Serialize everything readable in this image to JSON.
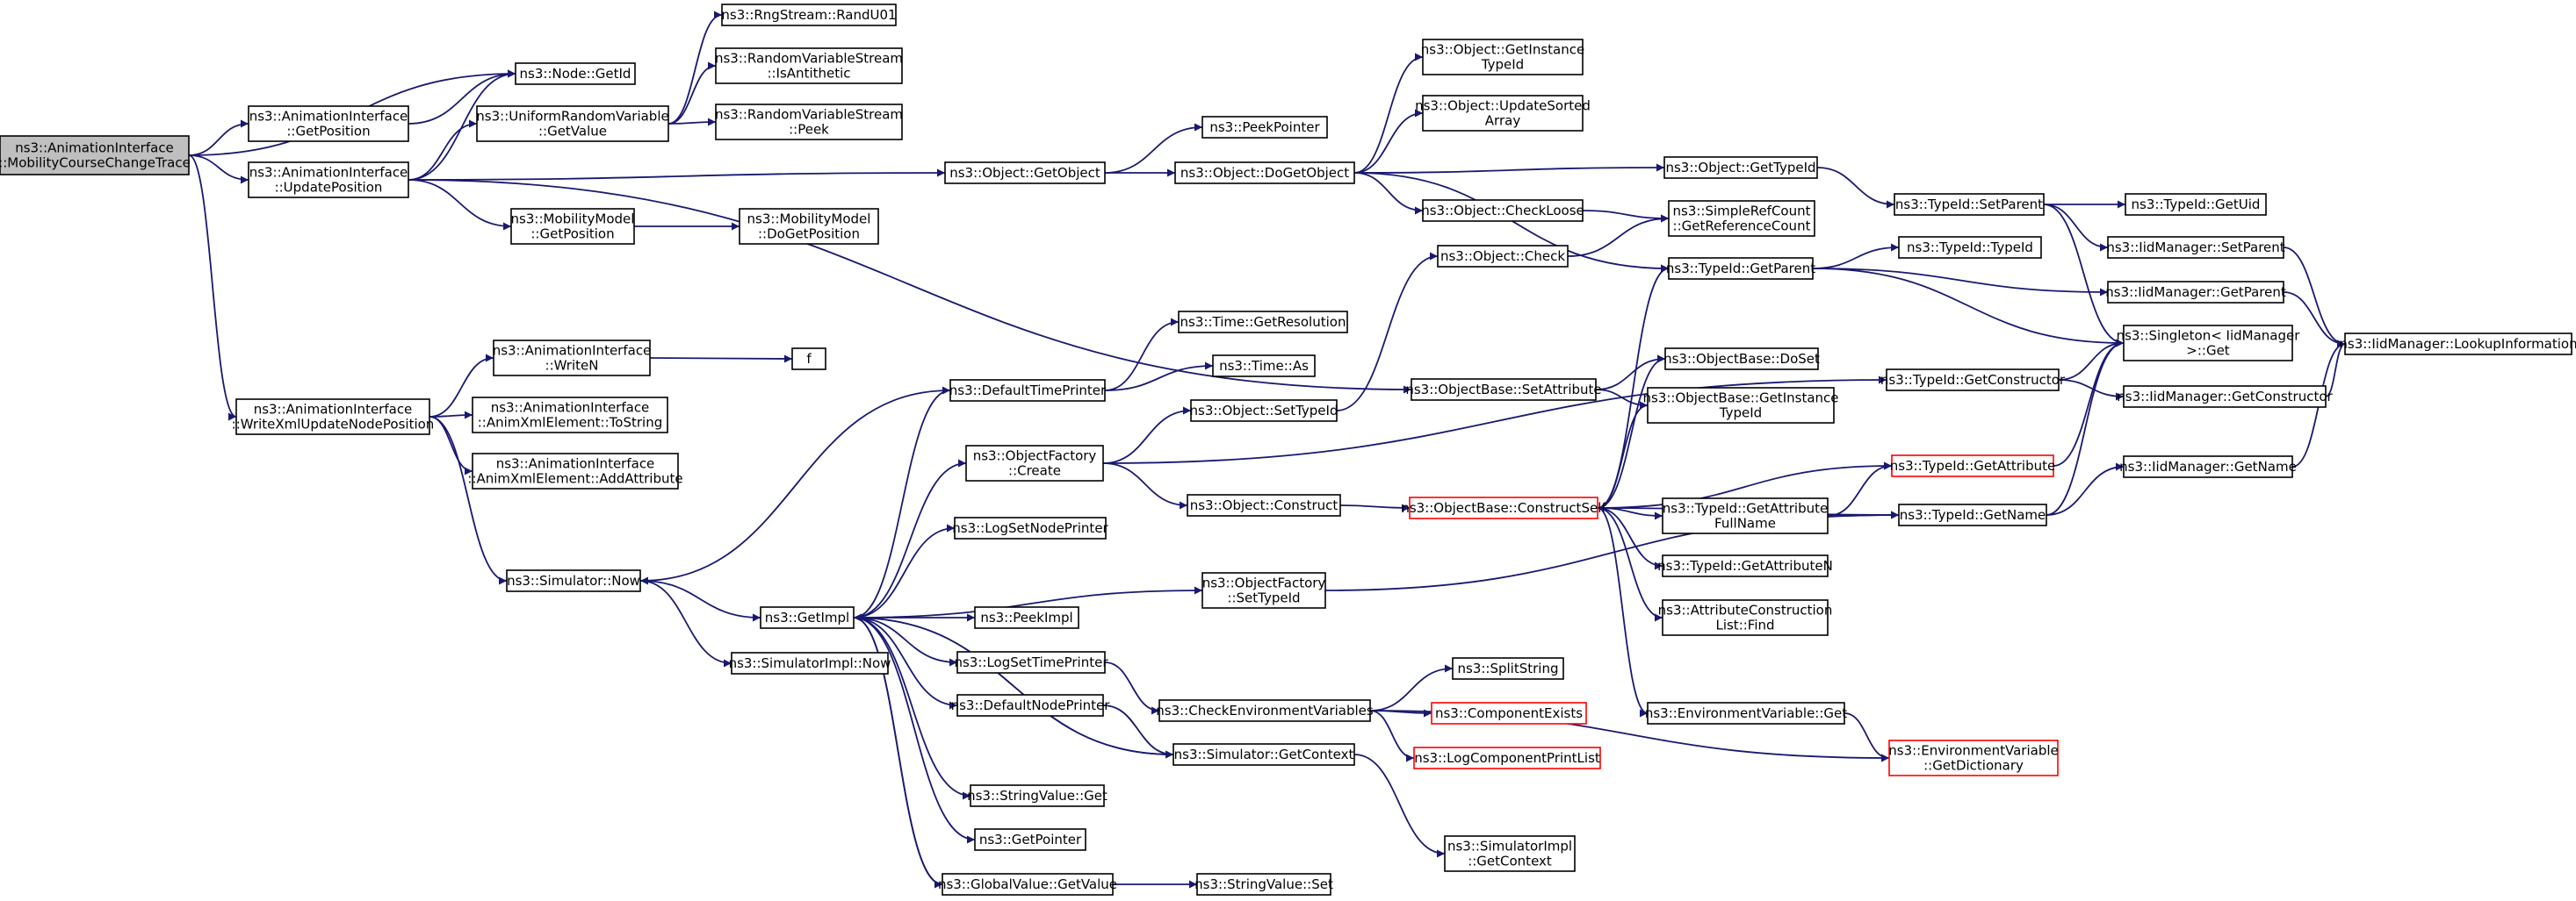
{
  "diagram": {
    "title": "",
    "root": "root",
    "colors": {
      "edge": "#191970",
      "node_border": "#000000",
      "root_fill": "#bfbfbf",
      "truncated_border": "#ff0000",
      "node_fill": "#ffffff"
    },
    "nodes": [
      {
        "id": "root",
        "lines": [
          "ns3::AnimationInterface",
          "::MobilityCourseChangeTrace"
        ],
        "root": true
      },
      {
        "id": "ai_getposition",
        "lines": [
          "ns3::AnimationInterface",
          "::GetPosition"
        ]
      },
      {
        "id": "node_getid",
        "lines": [
          "ns3::Node::GetId"
        ]
      },
      {
        "id": "ai_updateposition",
        "lines": [
          "ns3::AnimationInterface",
          "::UpdatePosition"
        ]
      },
      {
        "id": "urv_getvalue",
        "lines": [
          "ns3::UniformRandomVariable",
          "::GetValue"
        ]
      },
      {
        "id": "rng_randu01",
        "lines": [
          "ns3::RngStream::RandU01"
        ]
      },
      {
        "id": "rvs_isantithetic",
        "lines": [
          "ns3::RandomVariableStream",
          "::IsAntithetic"
        ]
      },
      {
        "id": "rvs_peek",
        "lines": [
          "ns3::RandomVariableStream",
          "::Peek"
        ]
      },
      {
        "id": "mm_getposition",
        "lines": [
          "ns3::MobilityModel",
          "::GetPosition"
        ]
      },
      {
        "id": "mm_dogetposition",
        "lines": [
          "ns3::MobilityModel",
          "::DoGetPosition"
        ]
      },
      {
        "id": "obj_getobject",
        "lines": [
          "ns3::Object::GetObject"
        ]
      },
      {
        "id": "peekpointer",
        "lines": [
          "ns3::PeekPointer"
        ]
      },
      {
        "id": "obj_dogetobject",
        "lines": [
          "ns3::Object::DoGetObject"
        ]
      },
      {
        "id": "obj_getinstancetypeid",
        "lines": [
          "ns3::Object::GetInstance",
          "TypeId"
        ]
      },
      {
        "id": "obj_updatesortedarray",
        "lines": [
          "ns3::Object::UpdateSorted",
          "Array"
        ]
      },
      {
        "id": "obj_gettypeid",
        "lines": [
          "ns3::Object::GetTypeId"
        ]
      },
      {
        "id": "obj_checkloose",
        "lines": [
          "ns3::Object::CheckLoose"
        ]
      },
      {
        "id": "obj_check",
        "lines": [
          "ns3::Object::Check"
        ]
      },
      {
        "id": "simplerefcount",
        "lines": [
          "ns3::SimpleRefCount",
          "::GetReferenceCount"
        ]
      },
      {
        "id": "typeid_setparent",
        "lines": [
          "ns3::TypeId::SetParent"
        ]
      },
      {
        "id": "typeid_getuid",
        "lines": [
          "ns3::TypeId::GetUid"
        ]
      },
      {
        "id": "iid_setparent",
        "lines": [
          "ns3::IidManager::SetParent"
        ]
      },
      {
        "id": "typeid_getparent",
        "lines": [
          "ns3::TypeId::GetParent"
        ]
      },
      {
        "id": "typeid_typeid",
        "lines": [
          "ns3::TypeId::TypeId"
        ]
      },
      {
        "id": "iid_getparent",
        "lines": [
          "ns3::IidManager::GetParent"
        ]
      },
      {
        "id": "singleton_get",
        "lines": [
          "ns3::Singleton< IidManager",
          ">::Get"
        ]
      },
      {
        "id": "iid_lookup",
        "lines": [
          "ns3::IidManager::LookupInformation"
        ]
      },
      {
        "id": "ai_writen",
        "lines": [
          "ns3::AnimationInterface",
          "::WriteN"
        ]
      },
      {
        "id": "f",
        "lines": [
          "f"
        ]
      },
      {
        "id": "ai_writexml",
        "lines": [
          "ns3::AnimationInterface",
          "::WriteXmlUpdateNodePosition"
        ]
      },
      {
        "id": "ai_tostring",
        "lines": [
          "ns3::AnimationInterface",
          "::AnimXmlElement::ToString"
        ]
      },
      {
        "id": "ai_addattribute",
        "lines": [
          "ns3::AnimationInterface",
          "::AnimXmlElement::AddAttribute"
        ]
      },
      {
        "id": "time_getresolution",
        "lines": [
          "ns3::Time::GetResolution"
        ]
      },
      {
        "id": "time_as",
        "lines": [
          "ns3::Time::As"
        ]
      },
      {
        "id": "defaulttimeprinter",
        "lines": [
          "ns3::DefaultTimePrinter"
        ]
      },
      {
        "id": "obj_settypeid",
        "lines": [
          "ns3::Object::SetTypeId"
        ]
      },
      {
        "id": "objectfactory_create",
        "lines": [
          "ns3::ObjectFactory",
          "::Create"
        ]
      },
      {
        "id": "objbase_setattribute",
        "lines": [
          "ns3::ObjectBase::SetAttribute"
        ]
      },
      {
        "id": "objbase_doset",
        "lines": [
          "ns3::ObjectBase::DoSet"
        ]
      },
      {
        "id": "objbase_getinstancetypeid",
        "lines": [
          "ns3::ObjectBase::GetInstance",
          "TypeId"
        ]
      },
      {
        "id": "typeid_getconstructor",
        "lines": [
          "ns3::TypeId::GetConstructor"
        ]
      },
      {
        "id": "iid_getconstructor",
        "lines": [
          "ns3::IidManager::GetConstructor"
        ]
      },
      {
        "id": "logsetnodeprinter",
        "lines": [
          "ns3::LogSetNodePrinter"
        ]
      },
      {
        "id": "obj_construct",
        "lines": [
          "ns3::Object::Construct"
        ]
      },
      {
        "id": "objbase_constructself",
        "lines": [
          "ns3::ObjectBase::ConstructSelf"
        ],
        "truncated": true
      },
      {
        "id": "typeid_getattribute",
        "lines": [
          "ns3::TypeId::GetAttribute"
        ],
        "truncated": true
      },
      {
        "id": "typeid_getattributefullname",
        "lines": [
          "ns3::TypeId::GetAttribute",
          "FullName"
        ]
      },
      {
        "id": "typeid_getname",
        "lines": [
          "ns3::TypeId::GetName"
        ]
      },
      {
        "id": "iid_getname",
        "lines": [
          "ns3::IidManager::GetName"
        ]
      },
      {
        "id": "typeid_getattributen",
        "lines": [
          "ns3::TypeId::GetAttributeN"
        ]
      },
      {
        "id": "attrconstructionlist_find",
        "lines": [
          "ns3::AttributeConstruction",
          "List::Find"
        ]
      },
      {
        "id": "simulator_now",
        "lines": [
          "ns3::Simulator::Now"
        ]
      },
      {
        "id": "getimpl",
        "lines": [
          "ns3::GetImpl"
        ]
      },
      {
        "id": "objectfactory_settypeid",
        "lines": [
          "ns3::ObjectFactory",
          "::SetTypeId"
        ]
      },
      {
        "id": "peekimpl",
        "lines": [
          "ns3::PeekImpl"
        ]
      },
      {
        "id": "simulatorimpl_now",
        "lines": [
          "ns3::SimulatorImpl::Now"
        ]
      },
      {
        "id": "logsettimeprinter",
        "lines": [
          "ns3::LogSetTimePrinter"
        ]
      },
      {
        "id": "checkenvvars",
        "lines": [
          "ns3::CheckEnvironmentVariables"
        ]
      },
      {
        "id": "splitstring",
        "lines": [
          "ns3::SplitString"
        ]
      },
      {
        "id": "componentexists",
        "lines": [
          "ns3::ComponentExists"
        ],
        "truncated": true
      },
      {
        "id": "defaultnodeprinter",
        "lines": [
          "ns3::DefaultNodePrinter"
        ]
      },
      {
        "id": "logcomponentprintlist",
        "lines": [
          "ns3::LogComponentPrintList"
        ],
        "truncated": true
      },
      {
        "id": "envvar_get",
        "lines": [
          "ns3::EnvironmentVariable::Get"
        ]
      },
      {
        "id": "simulator_getcontext",
        "lines": [
          "ns3::Simulator::GetContext"
        ]
      },
      {
        "id": "envvar_getdictionary",
        "lines": [
          "ns3::EnvironmentVariable",
          "::GetDictionary"
        ],
        "truncated": true
      },
      {
        "id": "stringvalue_get",
        "lines": [
          "ns3::StringValue::Get"
        ]
      },
      {
        "id": "getpointer",
        "lines": [
          "ns3::GetPointer"
        ]
      },
      {
        "id": "simulatorimpl_getcontext",
        "lines": [
          "ns3::SimulatorImpl",
          "::GetContext"
        ]
      },
      {
        "id": "globalvalue_getvalue",
        "lines": [
          "ns3::GlobalValue::GetValue"
        ]
      },
      {
        "id": "stringvalue_set",
        "lines": [
          "ns3::StringValue::Set"
        ]
      }
    ],
    "edges": [
      [
        "root",
        "ai_getposition"
      ],
      [
        "root",
        "node_getid"
      ],
      [
        "root",
        "ai_updateposition"
      ],
      [
        "root",
        "ai_writexml"
      ],
      [
        "ai_getposition",
        "node_getid"
      ],
      [
        "ai_updateposition",
        "node_getid"
      ],
      [
        "ai_updateposition",
        "urv_getvalue"
      ],
      [
        "ai_updateposition",
        "obj_getobject"
      ],
      [
        "ai_updateposition",
        "mm_getposition"
      ],
      [
        "ai_updateposition",
        "objbase_setattribute"
      ],
      [
        "urv_getvalue",
        "rng_randu01"
      ],
      [
        "urv_getvalue",
        "rvs_isantithetic"
      ],
      [
        "urv_getvalue",
        "rvs_peek"
      ],
      [
        "mm_getposition",
        "mm_dogetposition"
      ],
      [
        "obj_getobject",
        "peekpointer"
      ],
      [
        "obj_getobject",
        "obj_dogetobject"
      ],
      [
        "obj_dogetobject",
        "obj_getinstancetypeid"
      ],
      [
        "obj_dogetobject",
        "obj_updatesortedarray"
      ],
      [
        "obj_dogetobject",
        "obj_gettypeid"
      ],
      [
        "obj_dogetobject",
        "obj_checkloose"
      ],
      [
        "obj_dogetobject",
        "typeid_getparent"
      ],
      [
        "obj_checkloose",
        "simplerefcount"
      ],
      [
        "obj_check",
        "simplerefcount"
      ],
      [
        "obj_gettypeid",
        "typeid_setparent"
      ],
      [
        "typeid_setparent",
        "typeid_getuid"
      ],
      [
        "typeid_setparent",
        "iid_setparent"
      ],
      [
        "typeid_setparent",
        "singleton_get"
      ],
      [
        "iid_setparent",
        "iid_lookup"
      ],
      [
        "typeid_getparent",
        "typeid_typeid"
      ],
      [
        "typeid_getparent",
        "iid_getparent"
      ],
      [
        "typeid_getparent",
        "singleton_get"
      ],
      [
        "iid_getparent",
        "iid_lookup"
      ],
      [
        "ai_writexml",
        "ai_writen"
      ],
      [
        "ai_writexml",
        "ai_tostring"
      ],
      [
        "ai_writexml",
        "ai_addattribute"
      ],
      [
        "ai_writexml",
        "simulator_now"
      ],
      [
        "ai_writen",
        "f"
      ],
      [
        "defaulttimeprinter",
        "time_getresolution"
      ],
      [
        "defaulttimeprinter",
        "time_as"
      ],
      [
        "defaulttimeprinter",
        "simulator_now"
      ],
      [
        "obj_settypeid",
        "obj_check"
      ],
      [
        "objectfactory_create",
        "obj_settypeid"
      ],
      [
        "objectfactory_create",
        "obj_construct"
      ],
      [
        "objectfactory_create",
        "typeid_getconstructor"
      ],
      [
        "objbase_setattribute",
        "objbase_doset"
      ],
      [
        "objbase_setattribute",
        "objbase_getinstancetypeid"
      ],
      [
        "typeid_getconstructor",
        "singleton_get"
      ],
      [
        "typeid_getconstructor",
        "iid_getconstructor"
      ],
      [
        "iid_getconstructor",
        "iid_lookup"
      ],
      [
        "obj_construct",
        "objbase_constructself"
      ],
      [
        "objbase_constructself",
        "typeid_getparent"
      ],
      [
        "objbase_constructself",
        "objbase_doset"
      ],
      [
        "objbase_constructself",
        "objbase_getinstancetypeid"
      ],
      [
        "objbase_constructself",
        "typeid_getattribute"
      ],
      [
        "objbase_constructself",
        "typeid_getattributefullname"
      ],
      [
        "objbase_constructself",
        "typeid_getattributen"
      ],
      [
        "objbase_constructself",
        "attrconstructionlist_find"
      ],
      [
        "objbase_constructself",
        "envvar_get"
      ],
      [
        "objbase_constructself",
        "typeid_getname"
      ],
      [
        "typeid_getattribute",
        "singleton_get"
      ],
      [
        "typeid_getattributefullname",
        "typeid_getattribute"
      ],
      [
        "typeid_getattributefullname",
        "typeid_getname"
      ],
      [
        "typeid_getname",
        "singleton_get"
      ],
      [
        "typeid_getname",
        "iid_getname"
      ],
      [
        "iid_getname",
        "iid_lookup"
      ],
      [
        "simulator_now",
        "getimpl"
      ],
      [
        "simulator_now",
        "simulatorimpl_now"
      ],
      [
        "getimpl",
        "defaulttimeprinter"
      ],
      [
        "getimpl",
        "objectfactory_create"
      ],
      [
        "getimpl",
        "logsetnodeprinter"
      ],
      [
        "getimpl",
        "objectfactory_settypeid"
      ],
      [
        "getimpl",
        "peekimpl"
      ],
      [
        "getimpl",
        "logsettimeprinter"
      ],
      [
        "getimpl",
        "defaultnodeprinter"
      ],
      [
        "getimpl",
        "simulator_getcontext"
      ],
      [
        "getimpl",
        "stringvalue_get"
      ],
      [
        "getimpl",
        "getpointer"
      ],
      [
        "getimpl",
        "globalvalue_getvalue"
      ],
      [
        "objectfactory_settypeid",
        "typeid_getname"
      ],
      [
        "logsettimeprinter",
        "checkenvvars"
      ],
      [
        "defaultnodeprinter",
        "simulator_getcontext"
      ],
      [
        "simulator_getcontext",
        "getimpl"
      ],
      [
        "simulator_getcontext",
        "simulatorimpl_getcontext"
      ],
      [
        "checkenvvars",
        "splitstring"
      ],
      [
        "checkenvvars",
        "componentexists"
      ],
      [
        "checkenvvars",
        "logcomponentprintlist"
      ],
      [
        "checkenvvars",
        "envvar_getdictionary"
      ],
      [
        "envvar_get",
        "envvar_getdictionary"
      ],
      [
        "globalvalue_getvalue",
        "stringvalue_set"
      ],
      [
        "globalvalue_getvalue",
        "getimpl"
      ]
    ]
  }
}
